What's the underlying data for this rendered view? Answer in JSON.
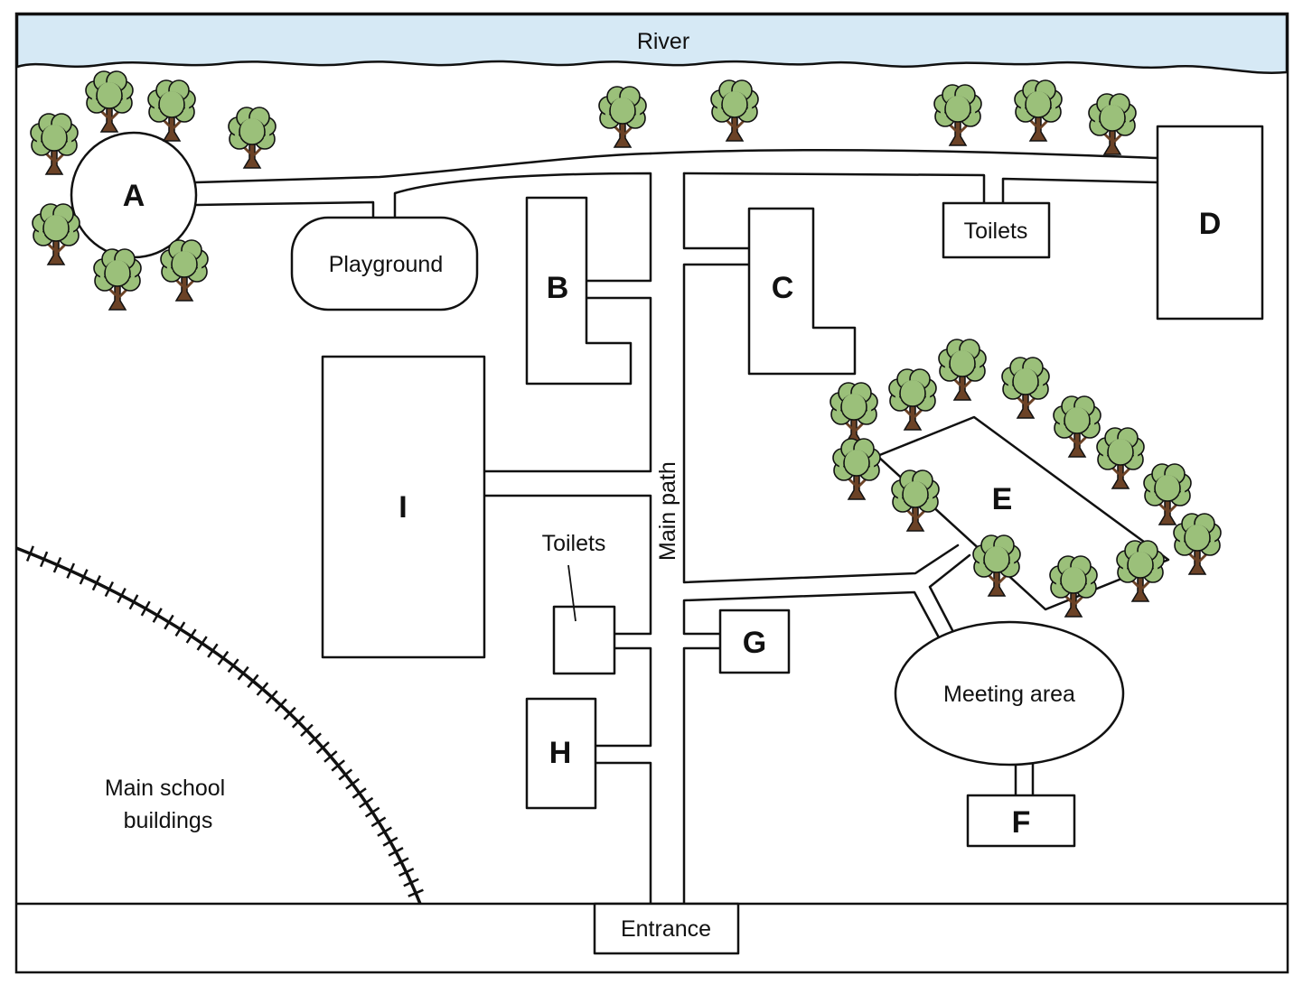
{
  "river_label": "River",
  "main_path_label": "Main path",
  "entrance_label": "Entrance",
  "main_school_label": [
    "Main school",
    "buildings"
  ],
  "buildings": {
    "a": "A",
    "b": "B",
    "c": "C",
    "d": "D",
    "e": "E",
    "f": "F",
    "g": "G",
    "h": "H",
    "i": "I"
  },
  "playground_label": "Playground",
  "toilets_north_label": "Toilets",
  "toilets_south_label": "Toilets",
  "meeting_area_label": "Meeting area",
  "colors": {
    "river": "#d6e9f5",
    "tree_foliage": "#9bc07a",
    "tree_trunk": "#6b4226",
    "outline": "#111111"
  },
  "icons": [
    "tree-icon",
    "railway-track-icon"
  ]
}
